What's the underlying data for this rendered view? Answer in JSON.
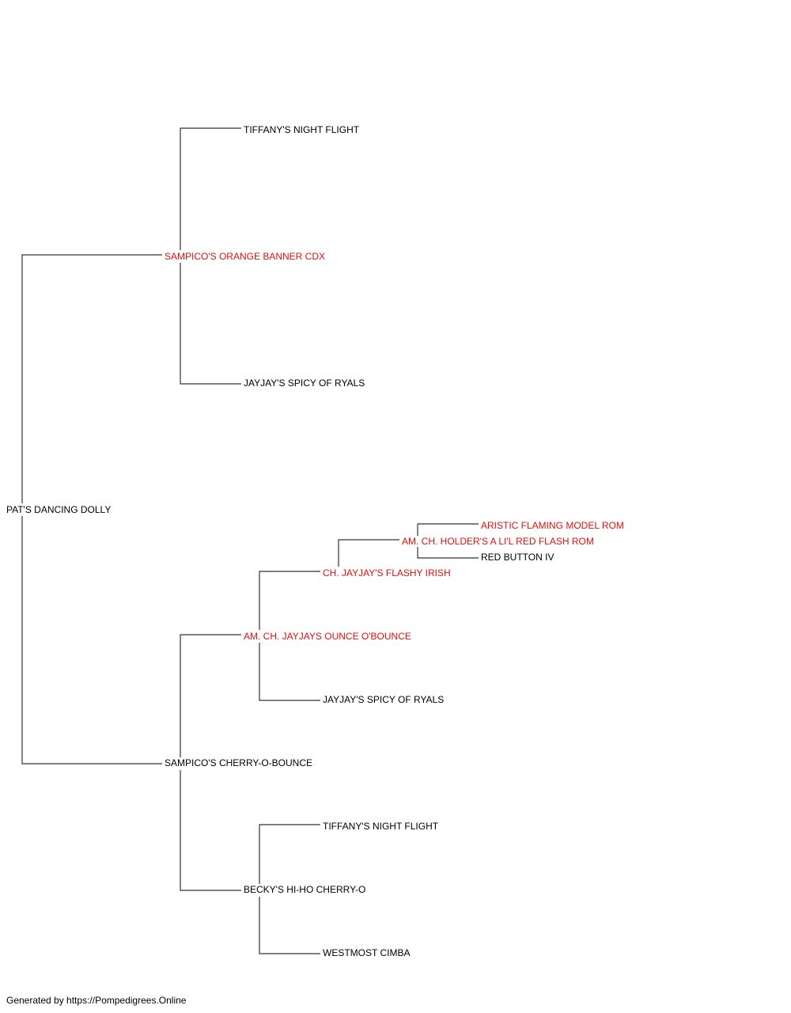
{
  "colors": {
    "champion": "#e01010",
    "normal": "#000000",
    "lines": "#333333"
  },
  "pedigree": {
    "subject": {
      "name": "PAT'S DANCING DOLLY",
      "champion": false
    },
    "sire": {
      "name": "SAMPICO'S ORANGE BANNER CDX",
      "champion": true
    },
    "sire_sire": {
      "name": "TIFFANY'S NIGHT FLIGHT",
      "champion": false
    },
    "sire_dam": {
      "name": "JAYJAY'S SPICY OF RYALS",
      "champion": false
    },
    "dam": {
      "name": "SAMPICO'S CHERRY-O-BOUNCE",
      "champion": false
    },
    "dam_sire": {
      "name": "AM. CH. JAYJAYS OUNCE O'BOUNCE",
      "champion": true
    },
    "dam_sire_sire": {
      "name": "CH. JAYJAY'S FLASHY IRISH",
      "champion": true
    },
    "dam_sire_sire_sire": {
      "name": "AM. CH. HOLDER'S A LI'L RED FLASH ROM",
      "champion": true
    },
    "dam_sire_sire_sire_sire": {
      "name": "ARISTIC FLAMING MODEL ROM",
      "champion": true
    },
    "dam_sire_sire_sire_dam": {
      "name": "RED BUTTON IV",
      "champion": false
    },
    "dam_sire_dam": {
      "name": "JAYJAY'S SPICY OF RYALS",
      "champion": false
    },
    "dam_dam": {
      "name": "BECKY'S HI-HO CHERRY-O",
      "champion": false
    },
    "dam_dam_sire": {
      "name": "TIFFANY'S NIGHT FLIGHT",
      "champion": false
    },
    "dam_dam_dam": {
      "name": "WESTMOST CIMBA",
      "champion": false
    }
  },
  "footer": {
    "text": "Generated by https://Pompedigrees.Online"
  }
}
